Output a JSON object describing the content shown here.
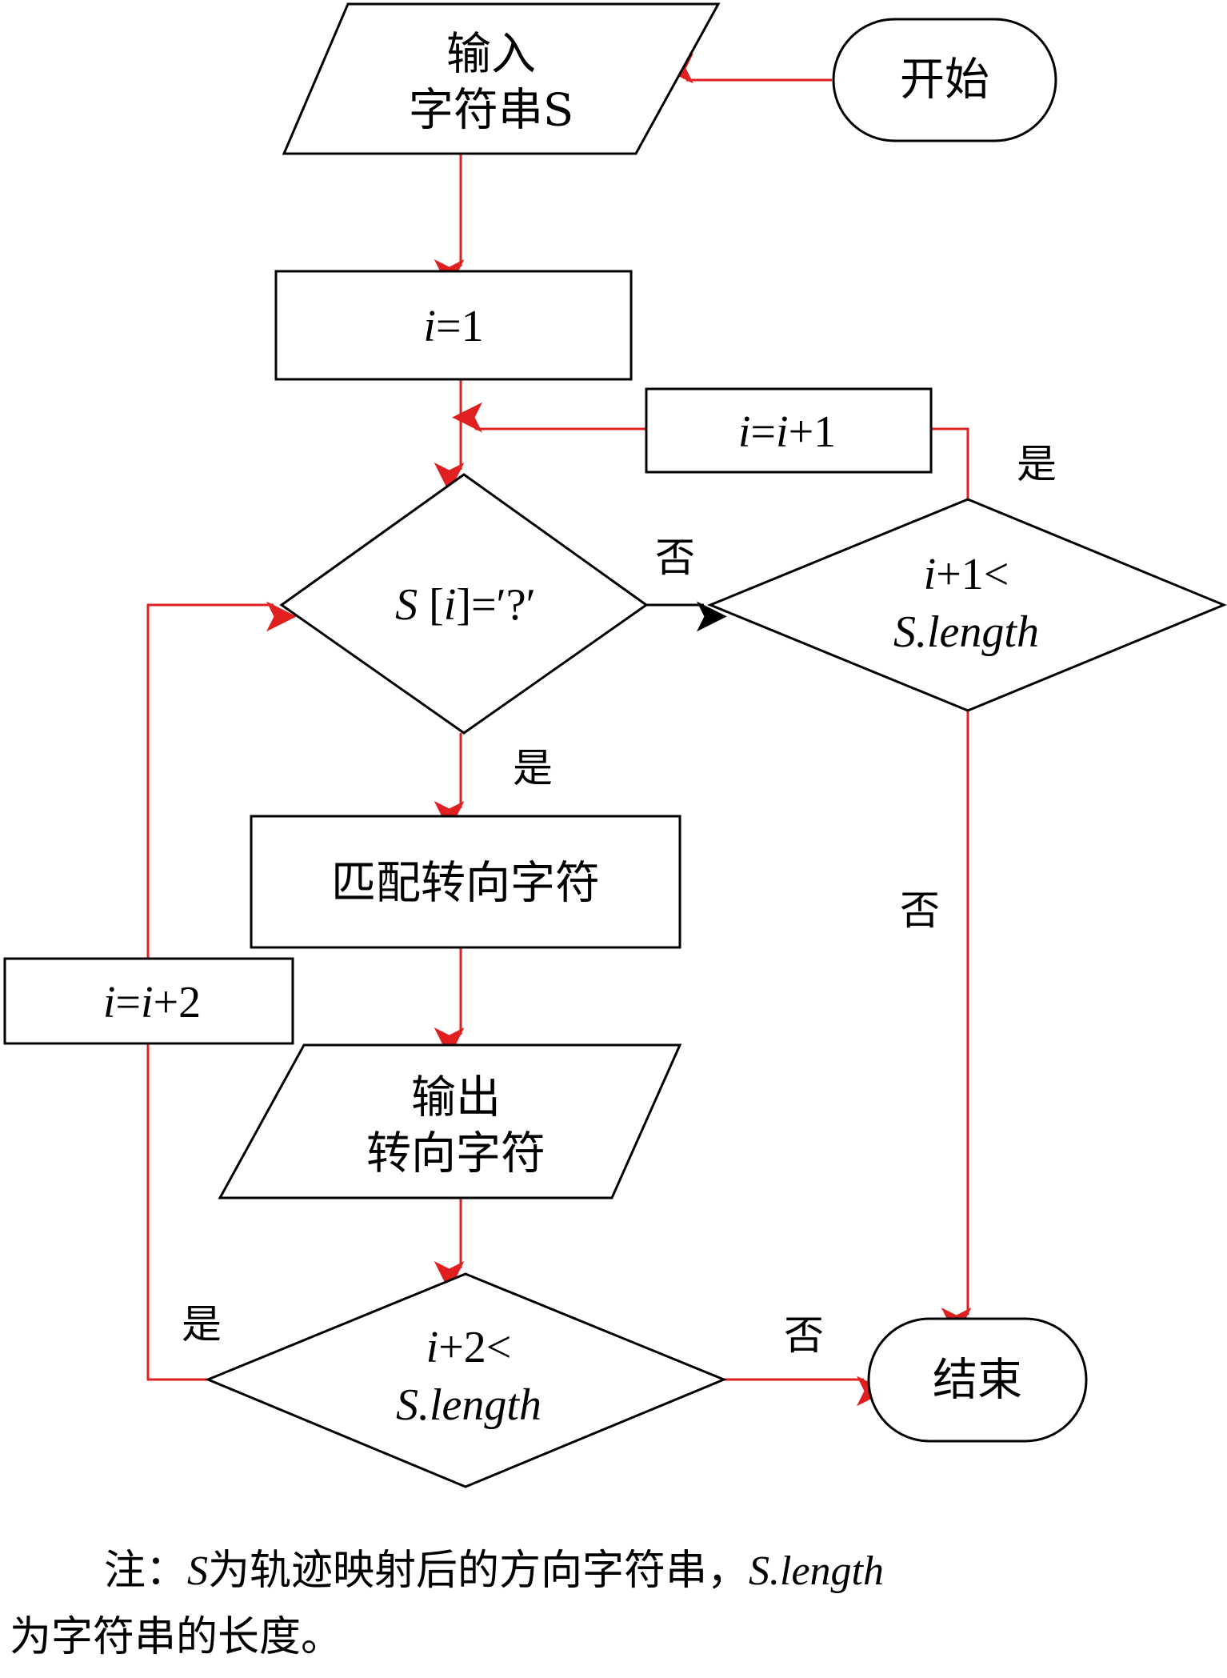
{
  "colors": {
    "flow_edge": "#e02020",
    "branch_edge": "#000000",
    "outline": "#000000"
  },
  "nodes": {
    "start": {
      "text": "开始"
    },
    "input": {
      "line1": "输入",
      "line2": "字符串S"
    },
    "init": {
      "var": "i",
      "rest": "=1"
    },
    "inc1": {
      "var1": "i",
      "eq": "=",
      "var2": "i",
      "rest": "+1"
    },
    "check_char": {
      "var_s": "S",
      "open": " [",
      "var_i": "i",
      "rest": "]=′?′"
    },
    "check_len1": {
      "var": "i",
      "rest": "+1<",
      "line2": "S.length"
    },
    "match": {
      "text": "匹配转向字符"
    },
    "inc2": {
      "var1": "i",
      "eq": "=",
      "var2": "i",
      "rest": "+2"
    },
    "output": {
      "line1": "输出",
      "line2": "转向字符"
    },
    "check_len2": {
      "var": "i",
      "rest": "+2<",
      "line2": "S.length"
    },
    "end": {
      "text": "结束"
    }
  },
  "edge_labels": {
    "char_no": "否",
    "len1_yes": "是",
    "len1_no": "否",
    "char_yes": "是",
    "len2_yes": "是",
    "len2_no": "否"
  },
  "note": {
    "prefix": "注：",
    "s_var": "S",
    "middle": "为轨迹映射后的方向字符串，",
    "length_var": "S.length",
    "suffix": "为字符串的长度。"
  }
}
